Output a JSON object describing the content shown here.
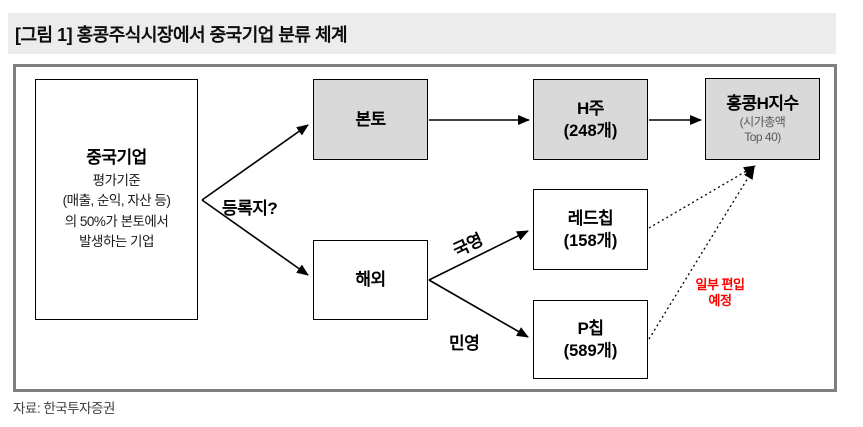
{
  "title": "[그림 1] 홍콩주식시장에서 중국기업 분류 체계",
  "source": "자료: 한국투자증권",
  "colors": {
    "title_bar_bg": "#ececec",
    "box_gray_fill": "#d9d9d9",
    "frame_border": "#7f7f7f",
    "note_red": "#ff0000"
  },
  "diagram": {
    "china_box": {
      "title": "중국기업",
      "lines": [
        "평가기준",
        "(매출, 순익, 자산 등)",
        "의 50%가 본토에서",
        "발생하는 기업"
      ]
    },
    "branch_question": "등록지?",
    "mainland_label": "본토",
    "overseas_label": "해외",
    "state_owned_label": "국영",
    "private_label": "민영",
    "h_share": {
      "name": "H주",
      "count": "(248개)"
    },
    "red_chip": {
      "name": "레드칩",
      "count": "(158개)"
    },
    "p_chip": {
      "name": "P칩",
      "count": "(589개)"
    },
    "hk_index": {
      "name": "홍콩H지수",
      "sub_line1": "(시가총액",
      "sub_line2": "Top 40)"
    },
    "partial_note": {
      "line1": "일부 편입",
      "line2": "예정"
    }
  }
}
